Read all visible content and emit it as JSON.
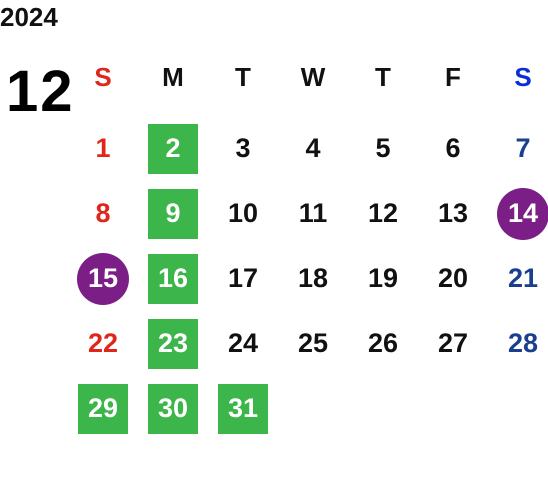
{
  "calendar": {
    "year": "2024",
    "month": "12",
    "weekdays": [
      "S",
      "M",
      "T",
      "W",
      "T",
      "F",
      "S"
    ],
    "colors": {
      "sunday": "#e0251b",
      "saturday": "#1b3f8f",
      "green_highlight": "#3cb54a",
      "purple_highlight": "#7b1f86"
    },
    "weeks": [
      [
        {
          "d": "1",
          "h": ""
        },
        {
          "d": "2",
          "h": "green"
        },
        {
          "d": "3",
          "h": ""
        },
        {
          "d": "4",
          "h": ""
        },
        {
          "d": "5",
          "h": ""
        },
        {
          "d": "6",
          "h": ""
        },
        {
          "d": "7",
          "h": ""
        }
      ],
      [
        {
          "d": "8",
          "h": ""
        },
        {
          "d": "9",
          "h": "green"
        },
        {
          "d": "10",
          "h": ""
        },
        {
          "d": "11",
          "h": ""
        },
        {
          "d": "12",
          "h": ""
        },
        {
          "d": "13",
          "h": ""
        },
        {
          "d": "14",
          "h": "purple"
        }
      ],
      [
        {
          "d": "15",
          "h": "purple"
        },
        {
          "d": "16",
          "h": "green"
        },
        {
          "d": "17",
          "h": ""
        },
        {
          "d": "18",
          "h": ""
        },
        {
          "d": "19",
          "h": ""
        },
        {
          "d": "20",
          "h": ""
        },
        {
          "d": "21",
          "h": ""
        }
      ],
      [
        {
          "d": "22",
          "h": ""
        },
        {
          "d": "23",
          "h": "green"
        },
        {
          "d": "24",
          "h": ""
        },
        {
          "d": "25",
          "h": ""
        },
        {
          "d": "26",
          "h": ""
        },
        {
          "d": "27",
          "h": ""
        },
        {
          "d": "28",
          "h": ""
        }
      ],
      [
        {
          "d": "29",
          "h": "green"
        },
        {
          "d": "30",
          "h": "green"
        },
        {
          "d": "31",
          "h": "green"
        },
        {
          "d": "",
          "h": ""
        },
        {
          "d": "",
          "h": ""
        },
        {
          "d": "",
          "h": ""
        },
        {
          "d": "",
          "h": ""
        }
      ]
    ]
  }
}
